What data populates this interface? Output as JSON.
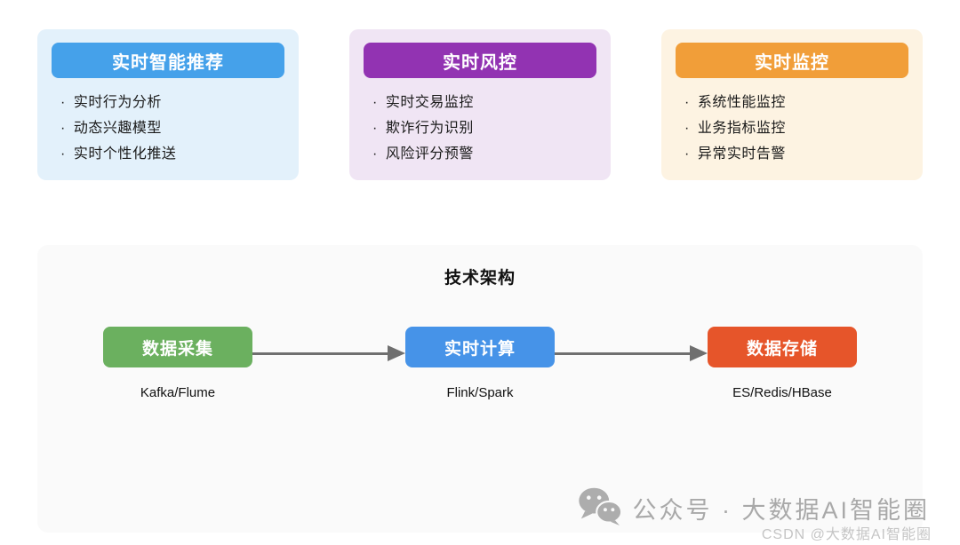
{
  "cards": [
    {
      "title": "实时智能推荐",
      "header_color": "#45a1ea",
      "bg_color": "#e3f1fb",
      "items": [
        "实时行为分析",
        "动态兴趣模型",
        "实时个性化推送"
      ]
    },
    {
      "title": "实时风控",
      "header_color": "#9233b2",
      "bg_color": "#f0e5f4",
      "items": [
        "实时交易监控",
        "欺诈行为识别",
        "风险评分预警"
      ]
    },
    {
      "title": "实时监控",
      "header_color": "#f19e39",
      "bg_color": "#fdf3e2",
      "items": [
        "系统性能监控",
        "业务指标监控",
        "异常实时告警"
      ]
    }
  ],
  "architecture": {
    "title": "技术架构",
    "panel_bg": "#fafafa",
    "arrow_color": "#6f6f6f",
    "nodes": [
      {
        "label": "数据采集",
        "sublabel": "Kafka/Flume",
        "color": "#6bb05f"
      },
      {
        "label": "实时计算",
        "sublabel": "Flink/Spark",
        "color": "#4693e8"
      },
      {
        "label": "数据存储",
        "sublabel": "ES/Redis/HBase",
        "color": "#e6552a"
      }
    ]
  },
  "watermark": {
    "icon": "wechat-icon",
    "text": "公众号 · 大数据AI智能圈",
    "csdn_text": "CSDN @大数据AI智能圈",
    "text_color": "#a9a9a9",
    "csdn_color": "#c5c5c5"
  }
}
